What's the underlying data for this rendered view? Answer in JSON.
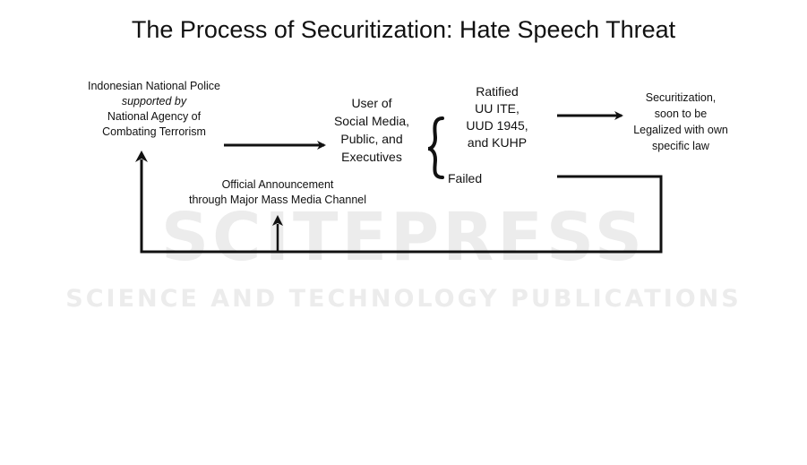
{
  "title": "The Process of Securitization: Hate Speech Threat",
  "watermark": {
    "line1": "SCITEPRESS",
    "line2": "SCIENCE AND TECHNOLOGY PUBLICATIONS"
  },
  "nodes": {
    "actor": {
      "line1": "Indonesian National Police",
      "line2": "supported by",
      "line3": "National Agency of",
      "line4": "Combating Terrorism"
    },
    "audience": {
      "line1": "User of",
      "line2": "Social Media,",
      "line3": "Public, and",
      "line4": "Executives"
    },
    "ratified": {
      "line1": "Ratified",
      "line2": "UU ITE,",
      "line3": "UUD 1945,",
      "line4": "and KUHP"
    },
    "failed": "Failed",
    "outcome": {
      "line1": "Securitization,",
      "line2": "soon to be",
      "line3": "Legalized with own",
      "line4": "specific law"
    },
    "announcement": {
      "line1": "Official Announcement",
      "line2": "through Major Mass Media Channel"
    }
  },
  "colors": {
    "ink": "#111111",
    "watermark": "#ececec"
  }
}
